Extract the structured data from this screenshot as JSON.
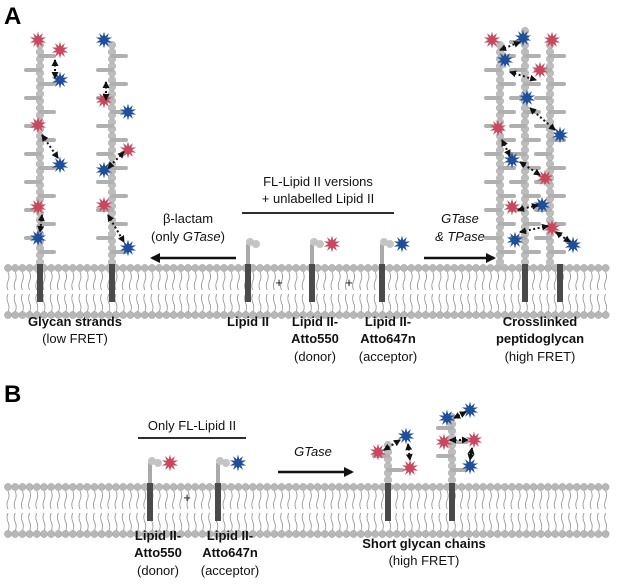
{
  "panels": {
    "a": {
      "letter": "A",
      "center_title_1": "FL-Lipid II versions",
      "center_title_2": "+ unlabelled Lipid II",
      "left_arrow_1": "β-lactam",
      "left_arrow_2a": "(only ",
      "left_arrow_2b": "GTase",
      "left_arrow_2c": ")",
      "right_arrow_1": "GTase",
      "right_arrow_2": "& TPase",
      "plus": "+",
      "glycan_title": "Glycan strands",
      "glycan_sub": "(low FRET)",
      "lipid2": "Lipid II",
      "atto550_1": "Lipid II-",
      "atto550_2": "Atto550",
      "atto550_3": "(donor)",
      "atto647_1": "Lipid II-",
      "atto647_2": "Atto647n",
      "atto647_3": "(acceptor)",
      "cross_1": "Crosslinked",
      "cross_2": "peptidoglycan",
      "cross_3": "(high FRET)"
    },
    "b": {
      "letter": "B",
      "only_title": "Only FL-Lipid II",
      "arrow_label": "GTase",
      "plus": "+",
      "atto550_1": "Lipid II-",
      "atto550_2": "Atto550",
      "atto550_3": "(donor)",
      "atto647_1": "Lipid II-",
      "atto647_2": "Atto647n",
      "atto647_3": "(acceptor)",
      "short_1": "Short glycan chains",
      "short_2": "(high FRET)"
    }
  },
  "colors": {
    "donor_star": "#c9485f",
    "acceptor_star": "#1f4e9a",
    "membrane_bead": "#b7b7b7",
    "anchor": "#4a4a4a"
  }
}
